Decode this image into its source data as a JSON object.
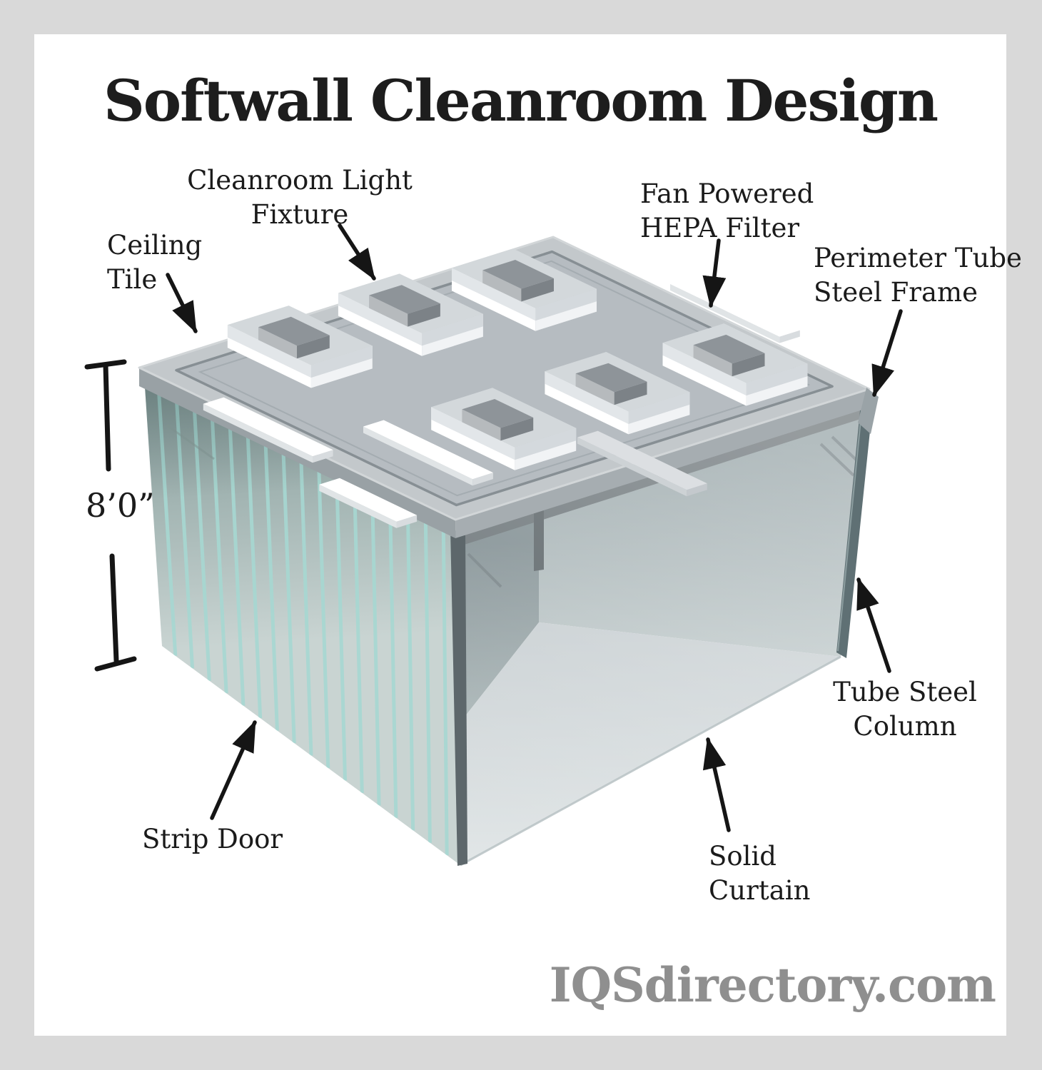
{
  "title": "Softwall Cleanroom Design",
  "watermark": "IQSdirectory.com",
  "dimension_label": "8’0”",
  "labels": {
    "ceiling_tile": {
      "lines": [
        "Ceiling",
        "Tile"
      ]
    },
    "cleanroom_light_fixture": {
      "lines": [
        "Cleanroom Light",
        "Fixture"
      ]
    },
    "fan_powered_hepa_filter": {
      "lines": [
        "Fan Powered",
        "HEPA Filter"
      ]
    },
    "perimeter_tube_steel_frame": {
      "lines": [
        "Perimeter Tube",
        "Steel Frame"
      ]
    },
    "strip_door": {
      "lines": [
        "Strip Door"
      ]
    },
    "solid_curtain": {
      "lines": [
        "Solid",
        "Curtain"
      ]
    },
    "tube_steel_column": {
      "lines": [
        "Tube Steel",
        "Column"
      ]
    }
  },
  "colors": {
    "background": "#d9d9d9",
    "panel": "#ffffff",
    "ink": "#151515",
    "watermark_gray": "#8f8f8f",
    "band_top": "#c3c8cb",
    "band_outer_line": "#d2d6d8",
    "band_inner_line": "#878f94",
    "band_fascia_left": "#99a1a5",
    "band_fascia_right": "#a6adb1",
    "deck": "#b6bcc1",
    "wall_top": "#879c9b",
    "wall_mid": "#a3b5b3",
    "wall_bottom": "#c9d4d2",
    "stripe": "#a7d8d2",
    "interior_dark": "#7c8a8e",
    "interior_mid": "#a9b5b6",
    "interior_right_top": "#93a1a4",
    "interior_right_bottom": "#bec8c9",
    "floor_top": "#c7ced1",
    "floor_bottom": "#e0e5e6",
    "underroof": "#666f73",
    "corner_slot": "#555e62",
    "column": "#5f7074",
    "front_column": "#5d676b",
    "box_top": "#d3d8db",
    "cap_top": "#8e9499",
    "cap_left": "#b6babd",
    "cap_right": "#7c8287",
    "curtain_edge": "#b9c3c5"
  }
}
